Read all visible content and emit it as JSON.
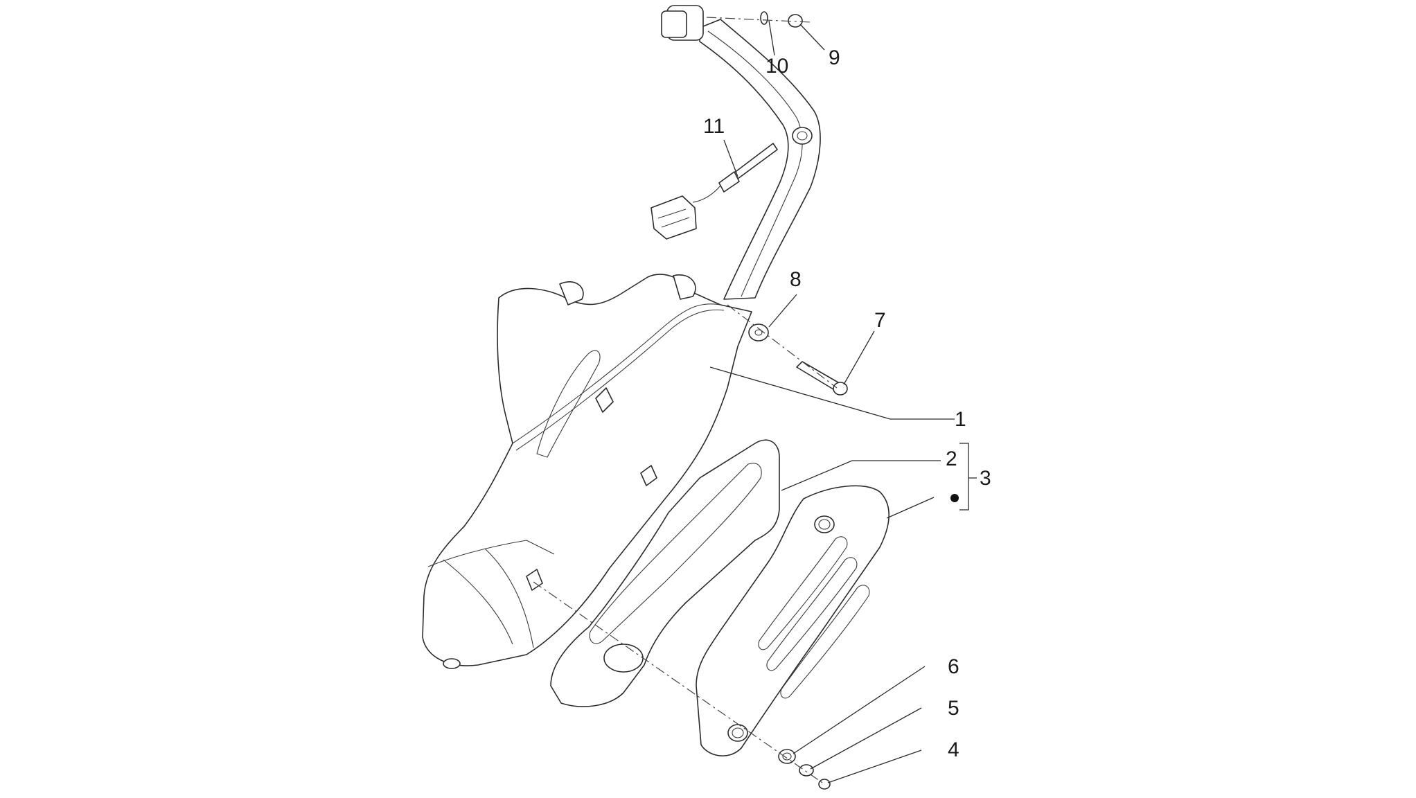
{
  "diagram": {
    "background": "#ffffff",
    "line_color": "#2b2b2b",
    "callouts": [
      {
        "id": "1",
        "label": "1"
      },
      {
        "id": "2",
        "label": "2"
      },
      {
        "id": "3",
        "label": "3"
      },
      {
        "id": "4",
        "label": "4"
      },
      {
        "id": "5",
        "label": "5"
      },
      {
        "id": "6",
        "label": "6"
      },
      {
        "id": "7",
        "label": "7"
      },
      {
        "id": "8",
        "label": "8"
      },
      {
        "id": "9",
        "label": "9"
      },
      {
        "id": "10",
        "label": "10"
      },
      {
        "id": "11",
        "label": "11"
      }
    ]
  }
}
